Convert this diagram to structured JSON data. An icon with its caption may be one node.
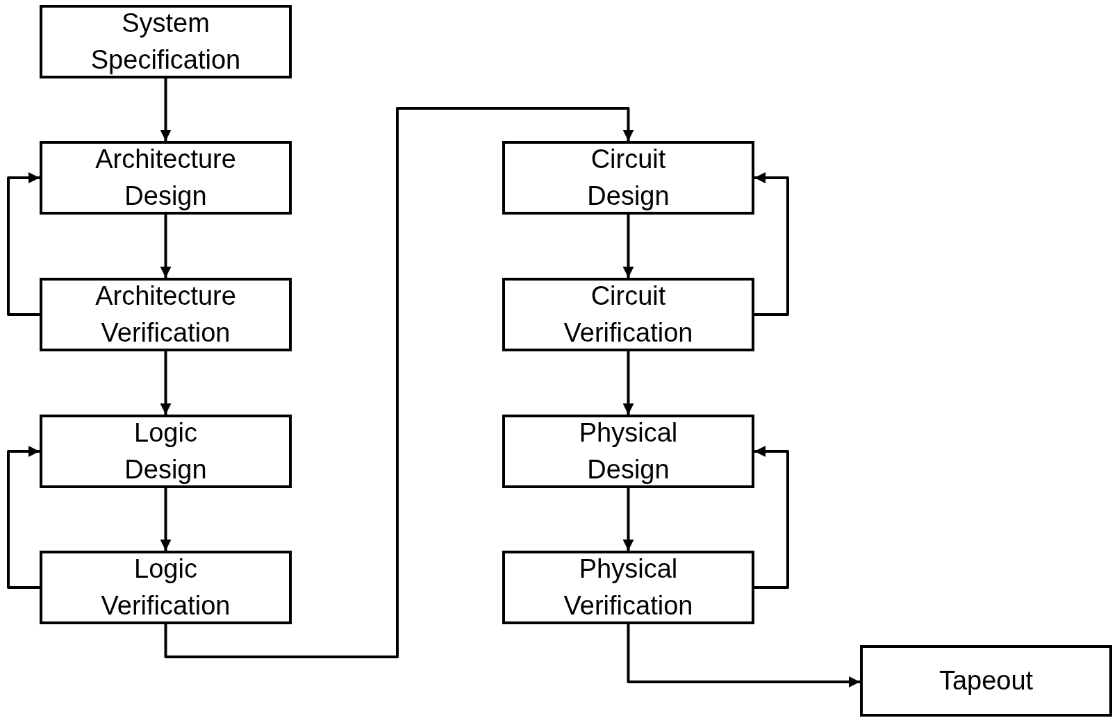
{
  "diagram": {
    "nodes": [
      {
        "text": [
          "System Specification"
        ]
      },
      {
        "text": [
          "Architecture Design"
        ]
      },
      {
        "text": [
          "Architecture Verification"
        ]
      },
      {
        "text": [
          "Logic Design"
        ]
      },
      {
        "text": [
          "Logic Verification"
        ]
      },
      {
        "text": [
          "Circuit Design"
        ]
      },
      {
        "text": [
          "Circuit Verification"
        ]
      },
      {
        "text": [
          "Physical Design"
        ]
      },
      {
        "text": [
          "Physical Verification"
        ]
      },
      {
        "text": [
          "Tapeout"
        ]
      }
    ],
    "edges": [
      {
        "from": 0,
        "to": 1,
        "arrow": "to"
      },
      {
        "from": 1,
        "to": 2,
        "arrow": "to"
      },
      {
        "from": 2,
        "to": 1,
        "arrow": "to"
      },
      {
        "from": 2,
        "to": 3,
        "arrow": "to"
      },
      {
        "from": 3,
        "to": 4,
        "arrow": "to"
      },
      {
        "from": 4,
        "to": 3,
        "arrow": "to"
      },
      {
        "from": 4,
        "to": 5,
        "arrow": "to"
      },
      {
        "from": 5,
        "to": 6,
        "arrow": "to"
      },
      {
        "from": 6,
        "to": 5,
        "arrow": "to"
      },
      {
        "from": 6,
        "to": 7,
        "arrow": "to"
      },
      {
        "from": 7,
        "to": 8,
        "arrow": "to"
      },
      {
        "from": 8,
        "to": 7,
        "arrow": "to"
      },
      {
        "from": 8,
        "to": 9,
        "arrow": "to"
      }
    ]
  }
}
